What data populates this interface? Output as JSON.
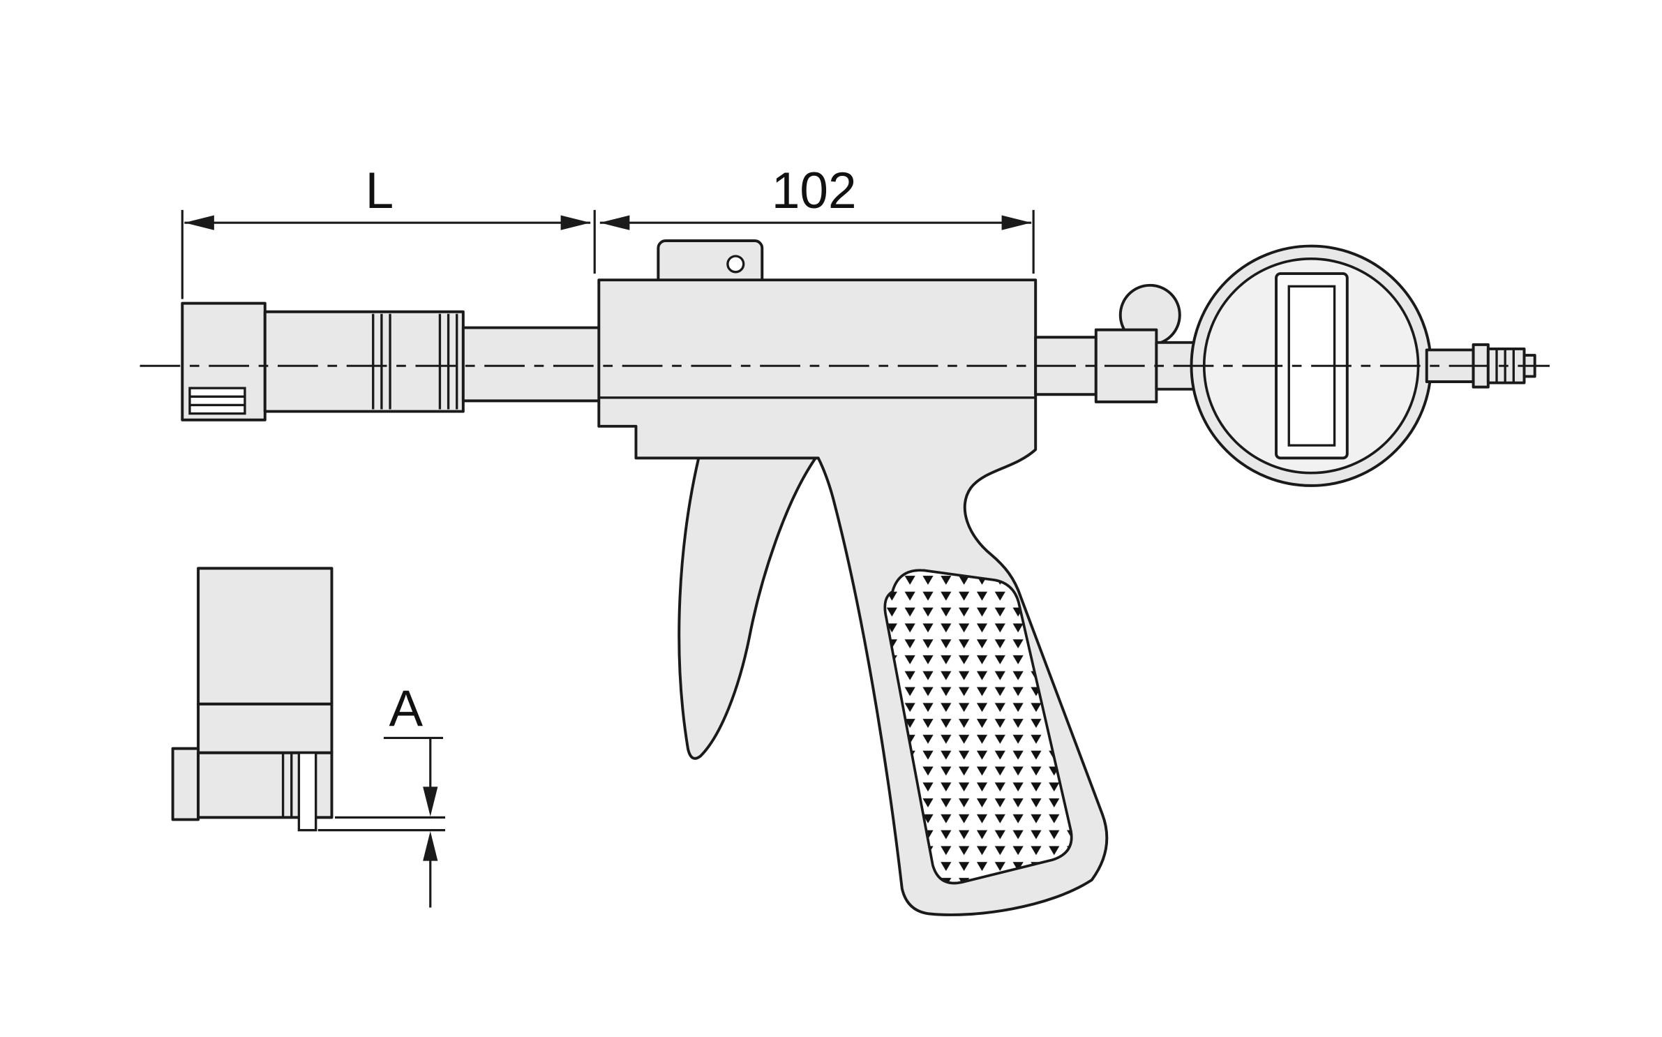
{
  "drawing": {
    "type": "technical-line-drawing",
    "subject": "pistol-grip bore gauge with digital dial indicator and probe-head detail view",
    "dimensions": {
      "probe_length": "L",
      "body_length": "102",
      "pin_protrusion": "A"
    },
    "colors": {
      "part_fill": "#e8e8e8",
      "outline": "#1a1a1a",
      "background": "#ffffff",
      "grip_panel_fill": "#ffffff"
    }
  }
}
